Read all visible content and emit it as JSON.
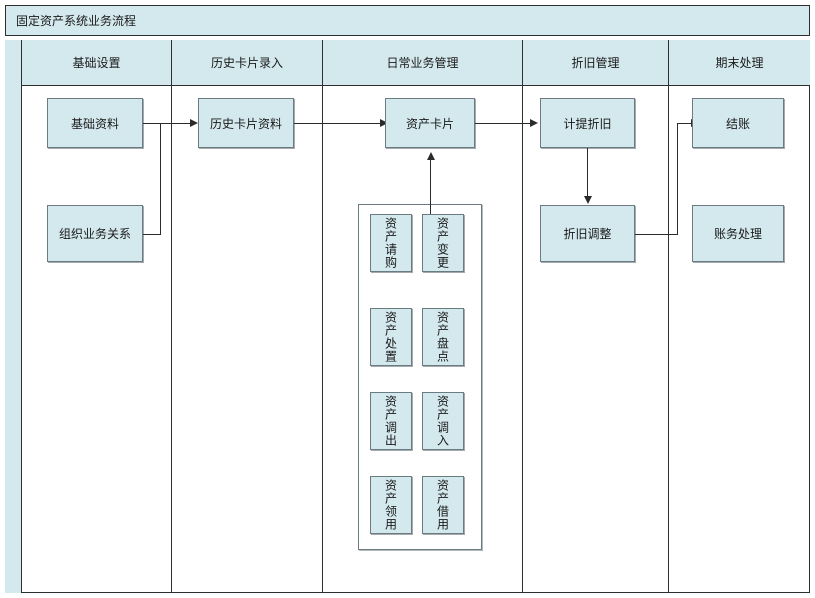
{
  "diagram": {
    "title": "固定资产系统业务流程",
    "type": "swimlane-flowchart",
    "colors": {
      "node_fill": "#d4e9ee",
      "header_fill": "#d4e9ee",
      "node_border": "#6a7b82",
      "frame_border": "#2f2f2f",
      "connector": "#2b2b2b",
      "canvas": "#ffffff"
    },
    "columns": [
      {
        "id": "basic-setup",
        "label": "基础设置"
      },
      {
        "id": "history-card",
        "label": "历史卡片录入"
      },
      {
        "id": "daily-business",
        "label": "日常业务管理"
      },
      {
        "id": "depreciation",
        "label": "折旧管理"
      },
      {
        "id": "period-end",
        "label": "期末处理"
      }
    ],
    "nodes": [
      {
        "id": "basic-data",
        "label": "基础资料",
        "column": "basic-setup"
      },
      {
        "id": "org-relation",
        "label": "组织业务关系",
        "column": "basic-setup"
      },
      {
        "id": "history-card-data",
        "label": "历史卡片资料",
        "column": "history-card"
      },
      {
        "id": "asset-card",
        "label": "资产卡片",
        "column": "daily-business"
      },
      {
        "id": "calc-depreciation",
        "label": "计提折旧",
        "column": "depreciation"
      },
      {
        "id": "adjust-depreciation",
        "label": "折旧调整",
        "column": "depreciation"
      },
      {
        "id": "close-account",
        "label": "结账",
        "column": "period-end"
      },
      {
        "id": "account-process",
        "label": "账务处理",
        "column": "period-end"
      }
    ],
    "daily_group": {
      "id": "daily-operations-group",
      "items": [
        {
          "id": "asset-request",
          "label": "资产请购"
        },
        {
          "id": "asset-change",
          "label": "资产变更"
        },
        {
          "id": "asset-disposal",
          "label": "资产处置"
        },
        {
          "id": "asset-inventory",
          "label": "资产盘点"
        },
        {
          "id": "asset-transfer-out",
          "label": "资产调出"
        },
        {
          "id": "asset-transfer-in",
          "label": "资产调入"
        },
        {
          "id": "asset-issue",
          "label": "资产领用"
        },
        {
          "id": "asset-borrow",
          "label": "资产借用"
        }
      ]
    },
    "edges": [
      {
        "from": "basic-data",
        "to": "history-card-data",
        "arrow": "right"
      },
      {
        "from": "org-relation",
        "to": "history-card-data",
        "arrow": "right"
      },
      {
        "from": "history-card-data",
        "to": "asset-card",
        "arrow": "right"
      },
      {
        "from": "daily-operations-group",
        "to": "asset-card",
        "arrow": "up"
      },
      {
        "from": "asset-card",
        "to": "calc-depreciation",
        "arrow": "right"
      },
      {
        "from": "calc-depreciation",
        "to": "adjust-depreciation",
        "arrow": "down"
      },
      {
        "from": "adjust-depreciation",
        "to": "close-account",
        "arrow": "right"
      }
    ]
  }
}
